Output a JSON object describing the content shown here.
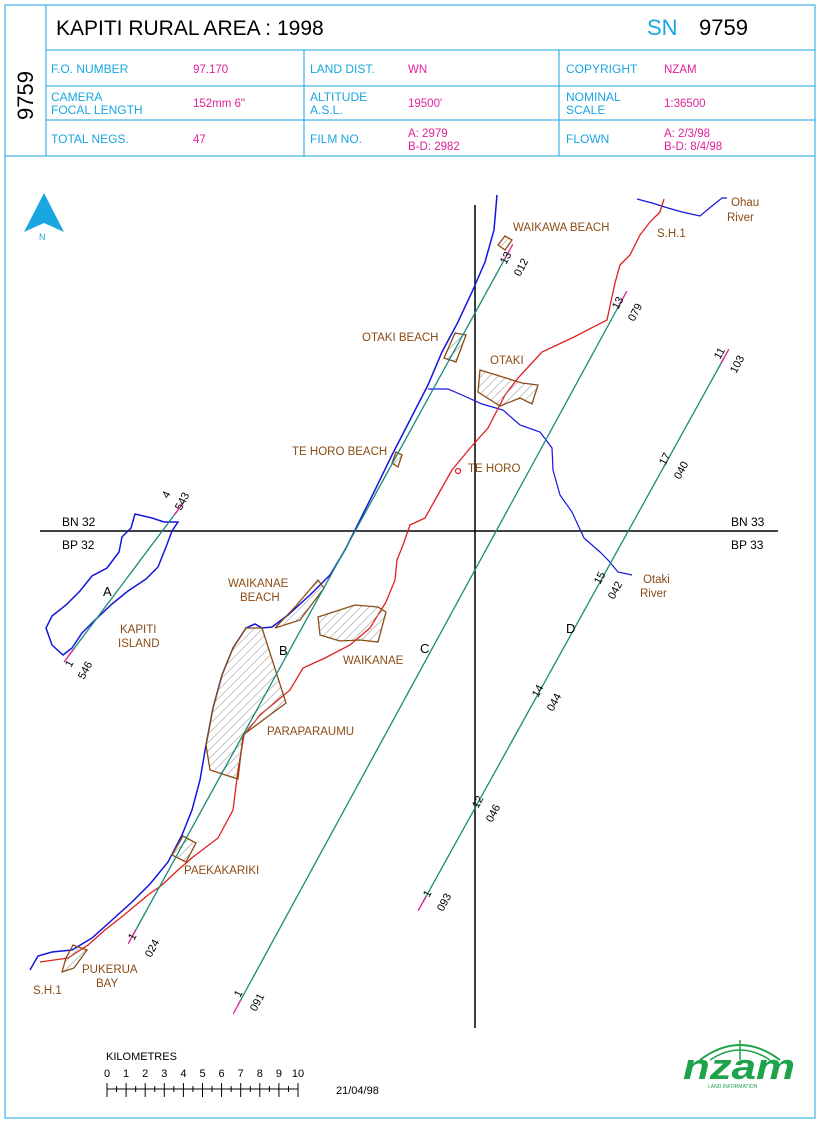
{
  "header": {
    "title": "KAPITI RURAL AREA : 1998",
    "sn_label": "SN",
    "sn_number": "9759",
    "side_number": "9759",
    "colors": {
      "label": "#1aa6e0",
      "value": "#e0209b",
      "frame": "#1aa6e0"
    },
    "fields": {
      "fo_number": {
        "label": "F.O. NUMBER",
        "value": "97.170"
      },
      "land_dist": {
        "label": "LAND DIST.",
        "value": "WN"
      },
      "copyright": {
        "label": "COPYRIGHT",
        "value": "NZAM"
      },
      "camera": {
        "label_1": "CAMERA",
        "label_2": "FOCAL LENGTH",
        "value": "152mm  6\""
      },
      "altitude": {
        "label_1": "ALTITUDE",
        "label_2": "A.S.L.",
        "value": "19500'"
      },
      "nominal_scale": {
        "label_1": "NOMINAL",
        "label_2": "SCALE",
        "value": "1:36500"
      },
      "total_negs": {
        "label": "TOTAL NEGS.",
        "value": "47"
      },
      "film_no": {
        "label": "FILM NO.",
        "value_1": "A: 2979",
        "value_2": "B-D: 2982"
      },
      "flown": {
        "label": "FLOWN",
        "value_1": "A: 2/3/98",
        "value_2": "B-D: 8/4/98"
      }
    }
  },
  "map": {
    "north_label": "N",
    "colors": {
      "coast": "#1515e0",
      "road": "#e02020",
      "flight_line": "#1a8a7a",
      "place": "#8c4b14",
      "photo_tick": "#e0209b",
      "north_arrow": "#1aa6e0"
    },
    "grid": {
      "bn_left": "BN 32",
      "bp_left": "BP 32",
      "bn_right": "BN 33",
      "bp_right": "BP 33"
    },
    "places": {
      "waikawa_beach": "WAIKAWA BEACH",
      "otaki_beach": "OTAKI BEACH",
      "otaki": "OTAKI",
      "te_horo_beach": "TE HORO BEACH",
      "te_horo": "TE HORO",
      "waikanae_beach_1": "WAIKANAE",
      "waikanae_beach_2": "BEACH",
      "kapiti_island_1": "KAPITI",
      "kapiti_island_2": "ISLAND",
      "waikanae": "WAIKANAE",
      "paraparaumu": "PARAPARAUMU",
      "paekakariki": "PAEKAKARIKI",
      "pukerua_1": "PUKERUA",
      "pukerua_2": "BAY",
      "sh1_north": "S.H.1",
      "sh1_south": "S.H.1",
      "ohau_1": "Ohau",
      "ohau_2": "River",
      "otaki_river_1": "Otaki",
      "otaki_river_2": "River"
    },
    "runs": [
      {
        "run": "A",
        "start_photo": "1",
        "start_neg": "546",
        "end_photo": "4",
        "end_neg": "543"
      },
      {
        "run": "B",
        "start_photo": "1",
        "start_neg": "024",
        "end_photo": "13",
        "end_neg": "012"
      },
      {
        "run": "C",
        "start_photo": "1",
        "start_neg": "091",
        "end_photo": "13",
        "end_neg": "079"
      },
      {
        "run": "D",
        "start_photo": "1",
        "start_neg": "093",
        "mid1_photo": "12",
        "mid1_neg": "046",
        "mid2_photo": "14",
        "mid2_neg": "044",
        "mid3_photo": "15",
        "mid3_neg": "042",
        "mid4_photo": "17",
        "mid4_neg": "040",
        "end_photo": "11",
        "end_neg": "103"
      }
    ]
  },
  "scale_bar": {
    "title": "KILOMETRES",
    "ticks": [
      "0",
      "1",
      "2",
      "3",
      "4",
      "5",
      "6",
      "7",
      "8",
      "9",
      "10"
    ]
  },
  "footer": {
    "date": "21/04/98",
    "logo_text": "nzam",
    "logo_subtext": "LAND INFORMATION"
  }
}
